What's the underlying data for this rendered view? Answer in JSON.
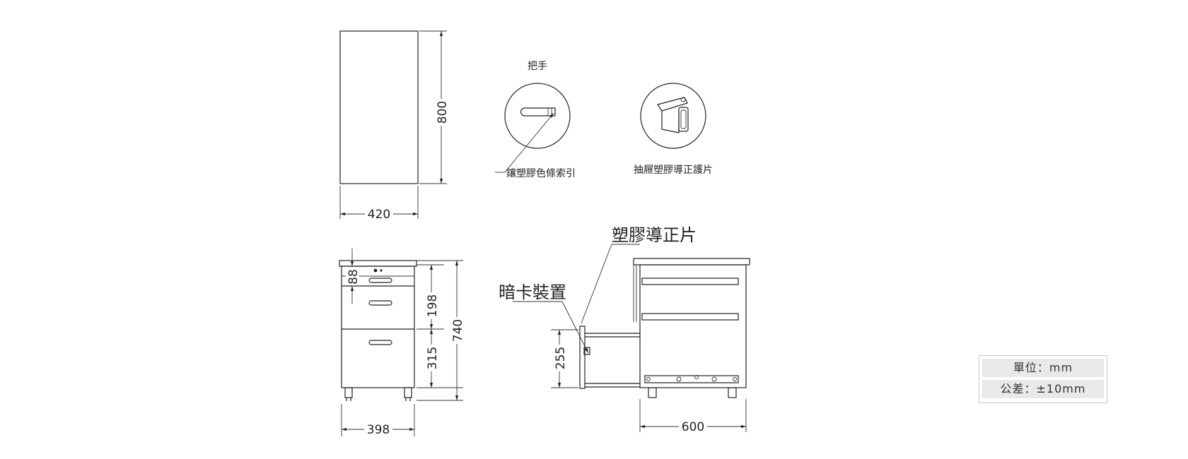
{
  "dimensions": {
    "top_height": "800",
    "top_width": "420",
    "front_drawer_top": "88",
    "front_drawer_mid": "198",
    "front_drawer_bottom": "315",
    "front_height": "740",
    "front_width": "398",
    "side_extension": "255",
    "side_depth": "600"
  },
  "labels": {
    "handle_title": "把手",
    "handle_callout": "鑲塑膠色條索引",
    "guide_callout": "抽屜塑膠導正護片",
    "side_guide": "塑膠導正片",
    "hidden_lock": "暗卡裝置"
  },
  "legend": {
    "unit": "單位：mm",
    "tolerance": "公差：±10mm"
  }
}
